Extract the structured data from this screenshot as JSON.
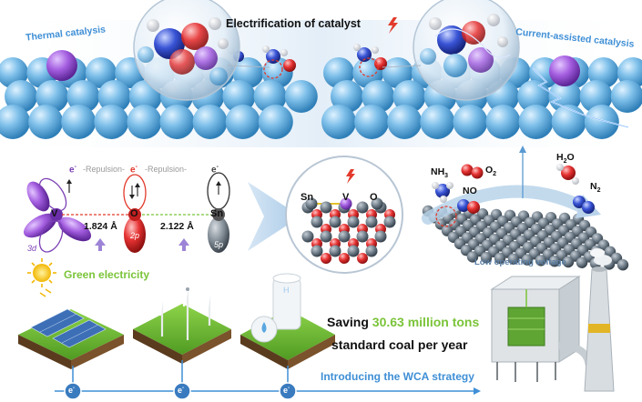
{
  "header": {
    "title": "Electrification of catalyst",
    "left_label": "Thermal catalysis",
    "right_label": "Current-assisted catalysis"
  },
  "orbitals": {
    "electron": "e",
    "repulsion_left": "-Repulsion-",
    "repulsion_right": "-Repulsion-",
    "v_label": "V",
    "v_orbital": "3d",
    "o_label": "O",
    "o_orbital": "2p",
    "sn_label": "Sn",
    "sn_orbital": "5p",
    "bond_v_o": "1.824 Å",
    "bond_o_sn": "2.122 Å"
  },
  "structure": {
    "sn": "Sn",
    "v": "V",
    "o": "O"
  },
  "reaction": {
    "nh3": "NH",
    "nh3_sub": "3",
    "no": "NO",
    "o2": "O",
    "o2_sub": "2",
    "h2o_a": "H",
    "h2o_sub": "2",
    "h2o_b": "O",
    "n2": "N",
    "n2_sub": "2",
    "voltage": "Low operating voltage"
  },
  "bottom": {
    "green_electricity": "Green electricity",
    "h_tank": "H",
    "saving_prefix": "Saving ",
    "saving_value": "30.63 million tons",
    "saving_line2": "standard coal per year",
    "strategy": "Introducing the WCA strategy",
    "electron": "e"
  },
  "colors": {
    "blue_accent": "#3f8fd6",
    "green_accent": "#7bc43a",
    "red_accent": "#e23a2c",
    "purple": "#7b3fb4"
  }
}
